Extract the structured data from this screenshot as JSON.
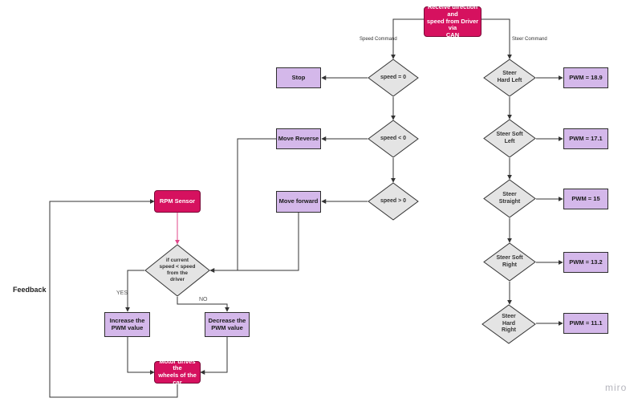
{
  "diagram": {
    "nodes": {
      "start": "Receive direction and\nspeed from Driver via\nCAN",
      "speed_eq": "speed = 0",
      "speed_lt": "speed < 0",
      "speed_gt": "speed > 0",
      "stop": "Stop",
      "move_reverse": "Move Reverse",
      "move_forward": "Move forward",
      "steer_hard_left": "Steer\nHard Left",
      "steer_soft_left": "Steer Soft\nLeft",
      "steer_straight": "Steer\nStraight",
      "steer_soft_right": "Steer Soft\nRight",
      "steer_hard_right": "Steer\nHard\nRight",
      "pwm_1": "PWM = 18.9",
      "pwm_2": "PWM = 17.1",
      "pwm_3": "PWM = 15",
      "pwm_4": "PWM = 13.2",
      "pwm_5": "PWM = 11.1",
      "rpm_sensor": "RPM Sensor",
      "compare": "if current\nspeed < speed\nfrom the\ndriver",
      "increase": "Increase the\nPWM value",
      "decrease": "Decrease the\nPWM value",
      "motor": "Motor drives the\nwheels of the car"
    },
    "edge_labels": {
      "speed_command": "Speed Command",
      "steer_command": "Steer Command",
      "yes": "YES",
      "no": "NO"
    },
    "side_label": "Feedback",
    "brand": "miro",
    "colors": {
      "accent_pink": "#d6115f",
      "box_purple": "#d4b8ea",
      "diamond_gray": "#e4e4e4",
      "feedback_arrow": "#e0478a"
    }
  }
}
